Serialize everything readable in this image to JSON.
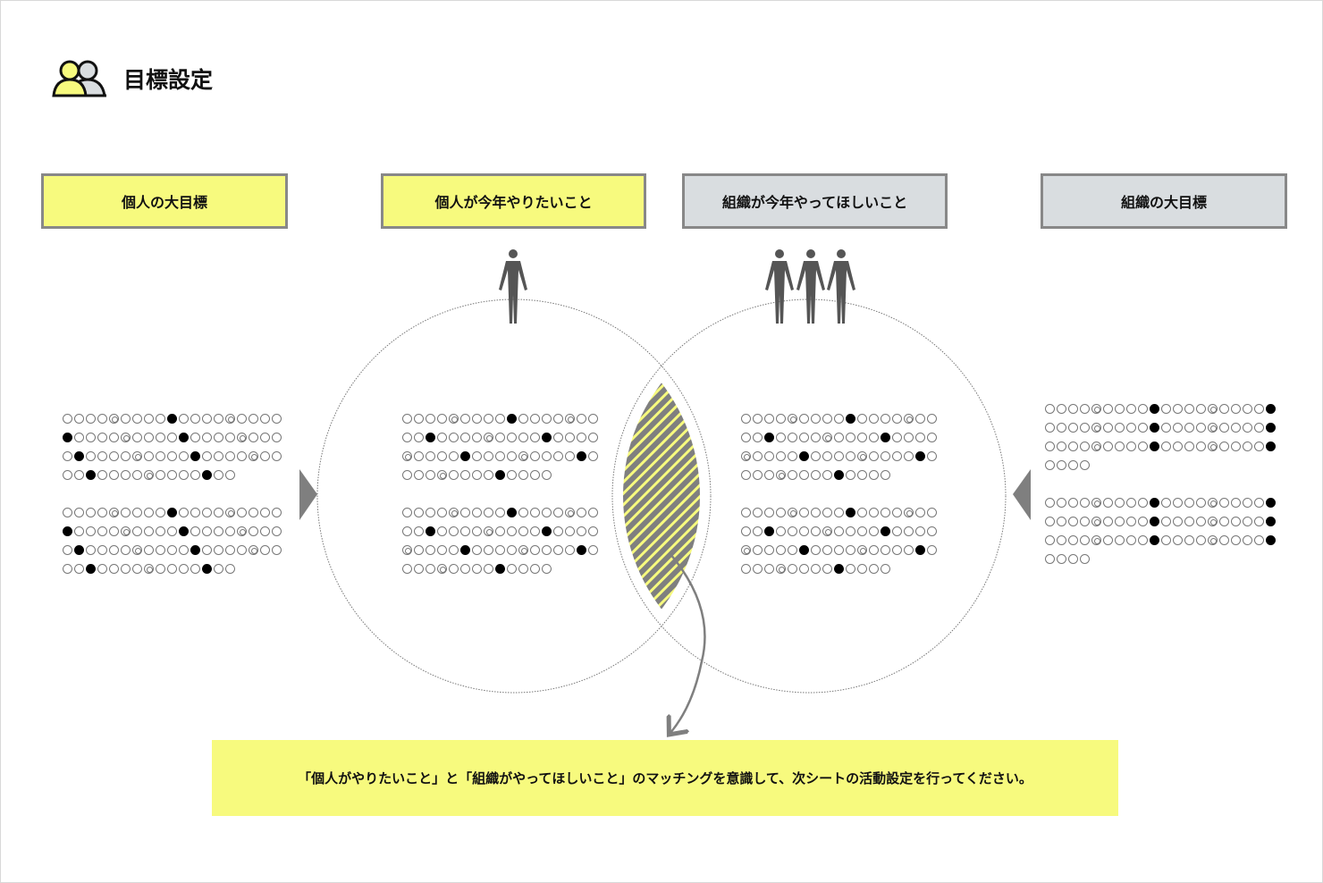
{
  "header": {
    "title": "目標設定",
    "icon": "people-icon"
  },
  "boxes": [
    {
      "label": "個人の大目標",
      "color": "#f7fa7e"
    },
    {
      "label": "個人が今年やりたいこと",
      "color": "#f7fa7e"
    },
    {
      "label": "組織が今年やってほしいこと",
      "color": "#d9dde0"
    },
    {
      "label": "組織の大目標",
      "color": "#d9dde0"
    }
  ],
  "text_blocks": {
    "personal_goal": [
      [
        "○○○○◎○○○○●○○○○◎○○○○",
        "●○○○○◎○○○○●○○○○◎○○○",
        "○●○○○○◎○○○○●○○○○◎○○",
        "○○●○○○○◎○○○○●○○"
      ],
      [
        "○○○○◎○○○○●○○○○◎○○○○",
        "●○○○○◎○○○○●○○○○◎○○○",
        "○●○○○○◎○○○○●○○○○◎○○",
        "○○●○○○○◎○○○○●○○"
      ]
    ],
    "personal_want": [
      [
        "○○○○◎○○○○●○○○○◎○○",
        "○○●○○○○◎○○○○●○○○○",
        "◎○○○○●○○○○◎○○○○●○",
        "○○○◎○○○○●○○○○"
      ],
      [
        "○○○○◎○○○○●○○○○◎○○",
        "○○●○○○○◎○○○○●○○○○",
        "◎○○○○●○○○○◎○○○○●○",
        "○○○◎○○○○●○○○○"
      ]
    ],
    "org_want": [
      [
        "○○○○◎○○○○●○○○○◎○○",
        "○○●○○○○◎○○○○●○○○○",
        "◎○○○○●○○○○◎○○○○●○",
        "○○○◎○○○○●○○○○"
      ],
      [
        "○○○○◎○○○○●○○○○◎○○",
        "○○●○○○○◎○○○○●○○○○",
        "◎○○○○●○○○○◎○○○○●○",
        "○○○◎○○○○●○○○○"
      ]
    ],
    "org_goal": [
      [
        "○○○○◎○○○○●○○○○◎○○○○●",
        "○○○○◎○○○○●○○○○◎○○○○●",
        "○○○○◎○○○○●○○○○◎○○○○●",
        "○○○○"
      ],
      [
        "○○○○◎○○○○●○○○○◎○○○○●",
        "○○○○◎○○○○●○○○○◎○○○○●",
        "○○○○◎○○○○●○○○○◎○○○○●",
        "○○○○"
      ]
    ]
  },
  "note": "「個人がやりたいこと」と「組織がやってほしいこと」のマッチングを意識して、次シートの活動設定を行ってください。",
  "colors": {
    "accent": "#f7fa7e",
    "gray": "#7f7f7f",
    "light_gray": "#d9dde0"
  }
}
